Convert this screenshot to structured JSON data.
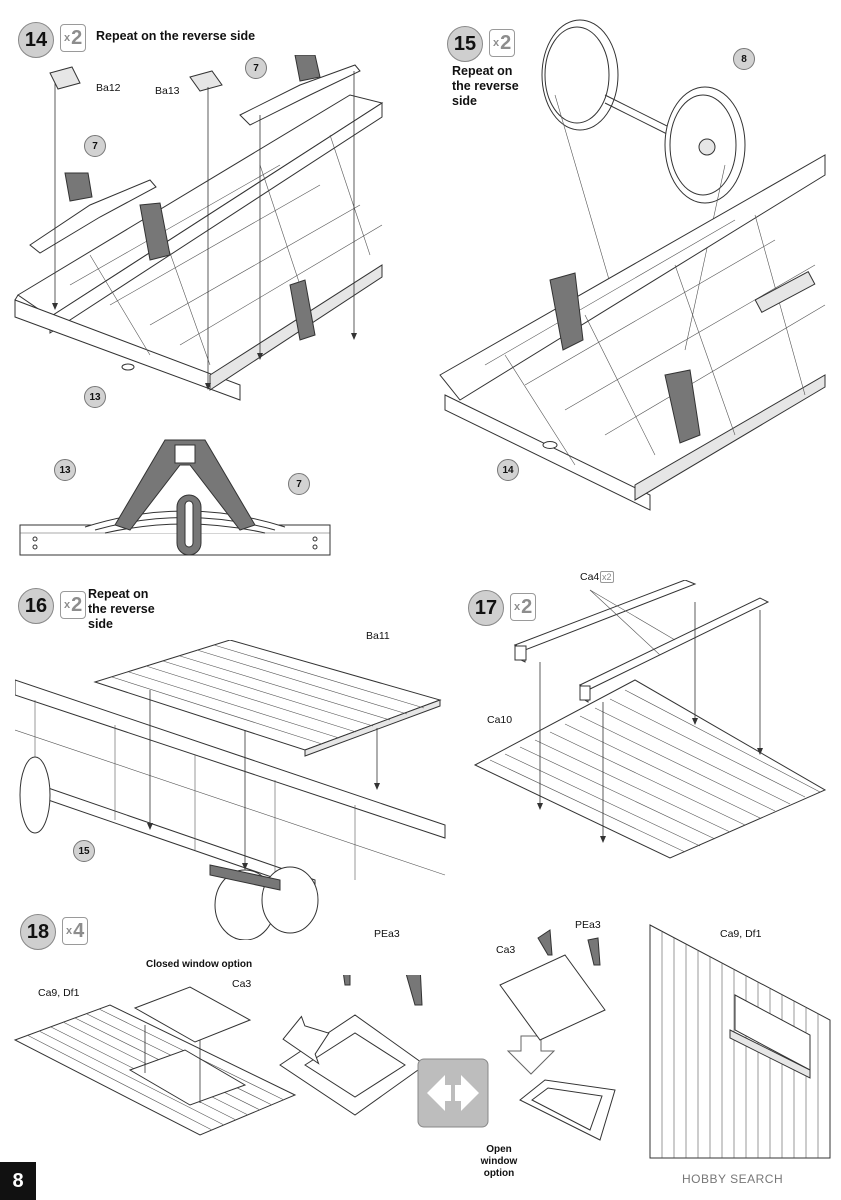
{
  "page_number": "8",
  "watermark": "HOBBY SEARCH",
  "steps": [
    {
      "number": "14",
      "multiplier": "2",
      "note": "Repeat on the reverse side"
    },
    {
      "number": "15",
      "multiplier": "2",
      "note": "Repeat on the reverse side"
    },
    {
      "number": "16",
      "multiplier": "2",
      "note": "Repeat on the reverse side"
    },
    {
      "number": "17",
      "multiplier": "2",
      "note": ""
    },
    {
      "number": "18",
      "multiplier": "4",
      "note": ""
    }
  ],
  "step14": {
    "parts": {
      "ba12": "Ba12",
      "ba13": "Ba13"
    },
    "callouts": {
      "seven_a": "7",
      "seven_b": "7",
      "thirteen": "13",
      "thirteen_detail": "13",
      "seven_detail": "7"
    }
  },
  "step15": {
    "callouts": {
      "eight": "8",
      "fourteen": "14"
    }
  },
  "step16": {
    "parts": {
      "ba11": "Ba11"
    },
    "callouts": {
      "fifteen": "15"
    }
  },
  "step17": {
    "parts": {
      "ca4": "Ca4",
      "ca4_mult": "x2",
      "ca10": "Ca10"
    }
  },
  "step18": {
    "closed_label": "Closed window option",
    "open_label": "Open window option",
    "parts": {
      "ca9_df1_left": "Ca9, Df1",
      "ca3_left": "Ca3",
      "pea3_left": "PEa3",
      "pea3_right": "PEa3",
      "ca3_right": "Ca3",
      "ca9_df1_right": "Ca9, Df1"
    }
  },
  "icon_names": [
    "reverse-side-icon",
    "arrow-down-icon",
    "arrow-right-icon"
  ]
}
